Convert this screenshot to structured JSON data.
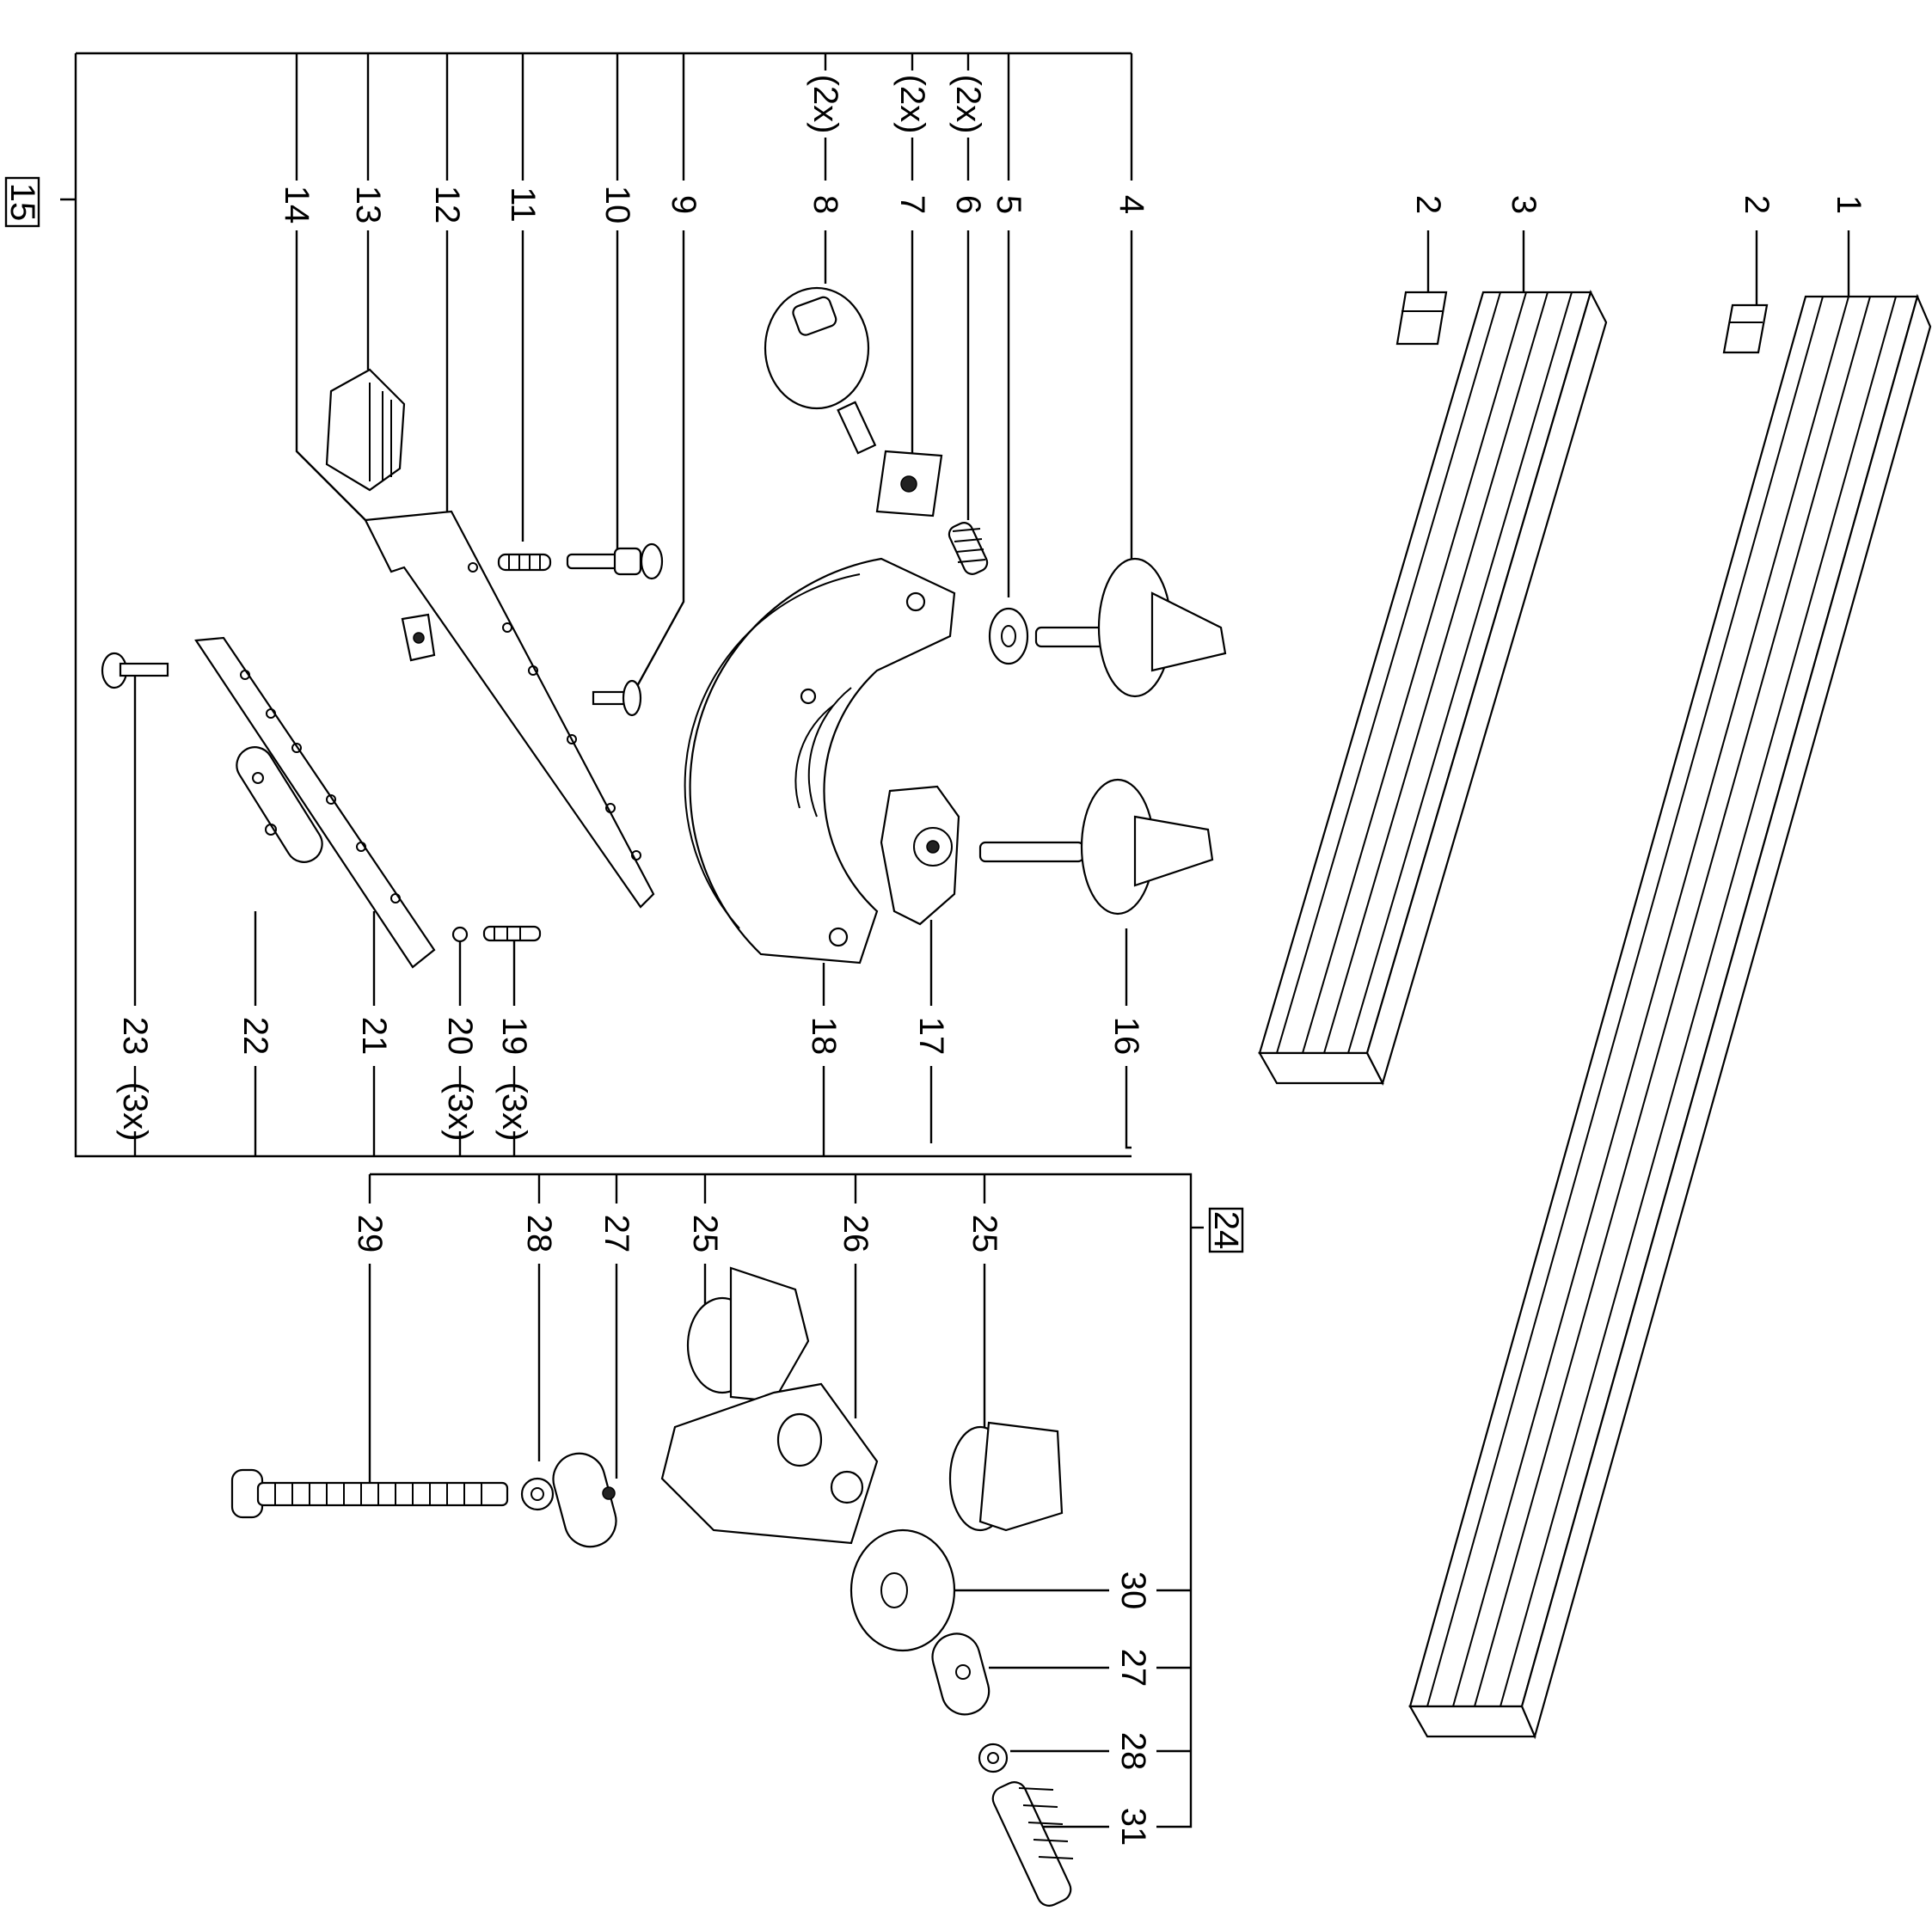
{
  "labels": {
    "assembly_15": "15",
    "assembly_24": "24",
    "p1": "1",
    "p2a": "2",
    "p2b": "2",
    "p3": "3",
    "p4": "4",
    "p5": "5",
    "p6": "6",
    "p7": "7",
    "p8": "8",
    "p9": "9",
    "p10": "10",
    "p11": "11",
    "p12": "12",
    "p13": "13",
    "p14": "14",
    "p16": "16",
    "p17": "17",
    "p18": "18",
    "p19": "19",
    "p20": "20",
    "p21": "21",
    "p22": "22",
    "p23": "23",
    "p25a": "25",
    "p25b": "25",
    "p26": "26",
    "p27a": "27",
    "p27b": "27",
    "p28a": "28",
    "p28b": "28",
    "p29": "29",
    "p30": "30",
    "p31": "31"
  },
  "quantities": {
    "q6": "(2x)",
    "q7": "(2x)",
    "q8": "(2x)",
    "q19": "(3x)",
    "q20": "(3x)",
    "q23": "(3x)"
  }
}
